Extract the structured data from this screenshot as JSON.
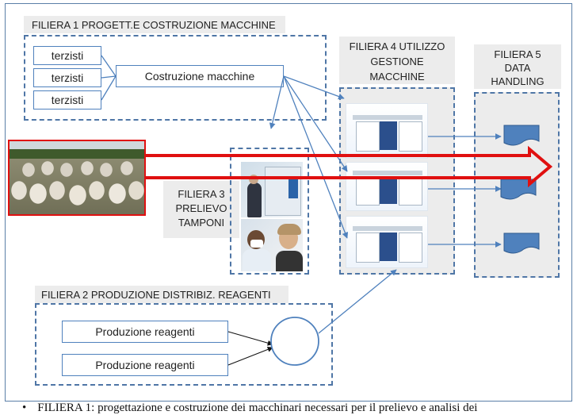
{
  "filiera1": {
    "title": "FILIERA 1 PROGETT.E  COSTRUZIONE MACCHINE",
    "terzisti": [
      "terzisti",
      "terzisti",
      "terzisti"
    ],
    "costruzione": "Costruzione macchine"
  },
  "filiera2": {
    "title": "FILIERA 2 PRODUZIONE DISTRIBIZ.  REAGENTI",
    "produzione": [
      "Produzione reagenti",
      "Produzione reagenti"
    ]
  },
  "filiera3": {
    "title_lines": [
      "FILIERA 3",
      "PRELIEVO",
      "TAMPONI"
    ]
  },
  "filiera4": {
    "title_lines": [
      "FILIERA 4 UTILIZZO",
      "GESTIONE",
      "MACCHINE"
    ]
  },
  "filiera5": {
    "title_lines": [
      "FILIERA 5",
      "DATA",
      "HANDLING"
    ]
  },
  "footer": {
    "bullet": "•",
    "text": "FILIERA 1: progettazione e costruzione dei macchinari necessari per il prelievo e analisi dei"
  },
  "colors": {
    "accent": "#4f81bd",
    "dash": "#4f76a6",
    "red_arrow": "#e01010"
  }
}
